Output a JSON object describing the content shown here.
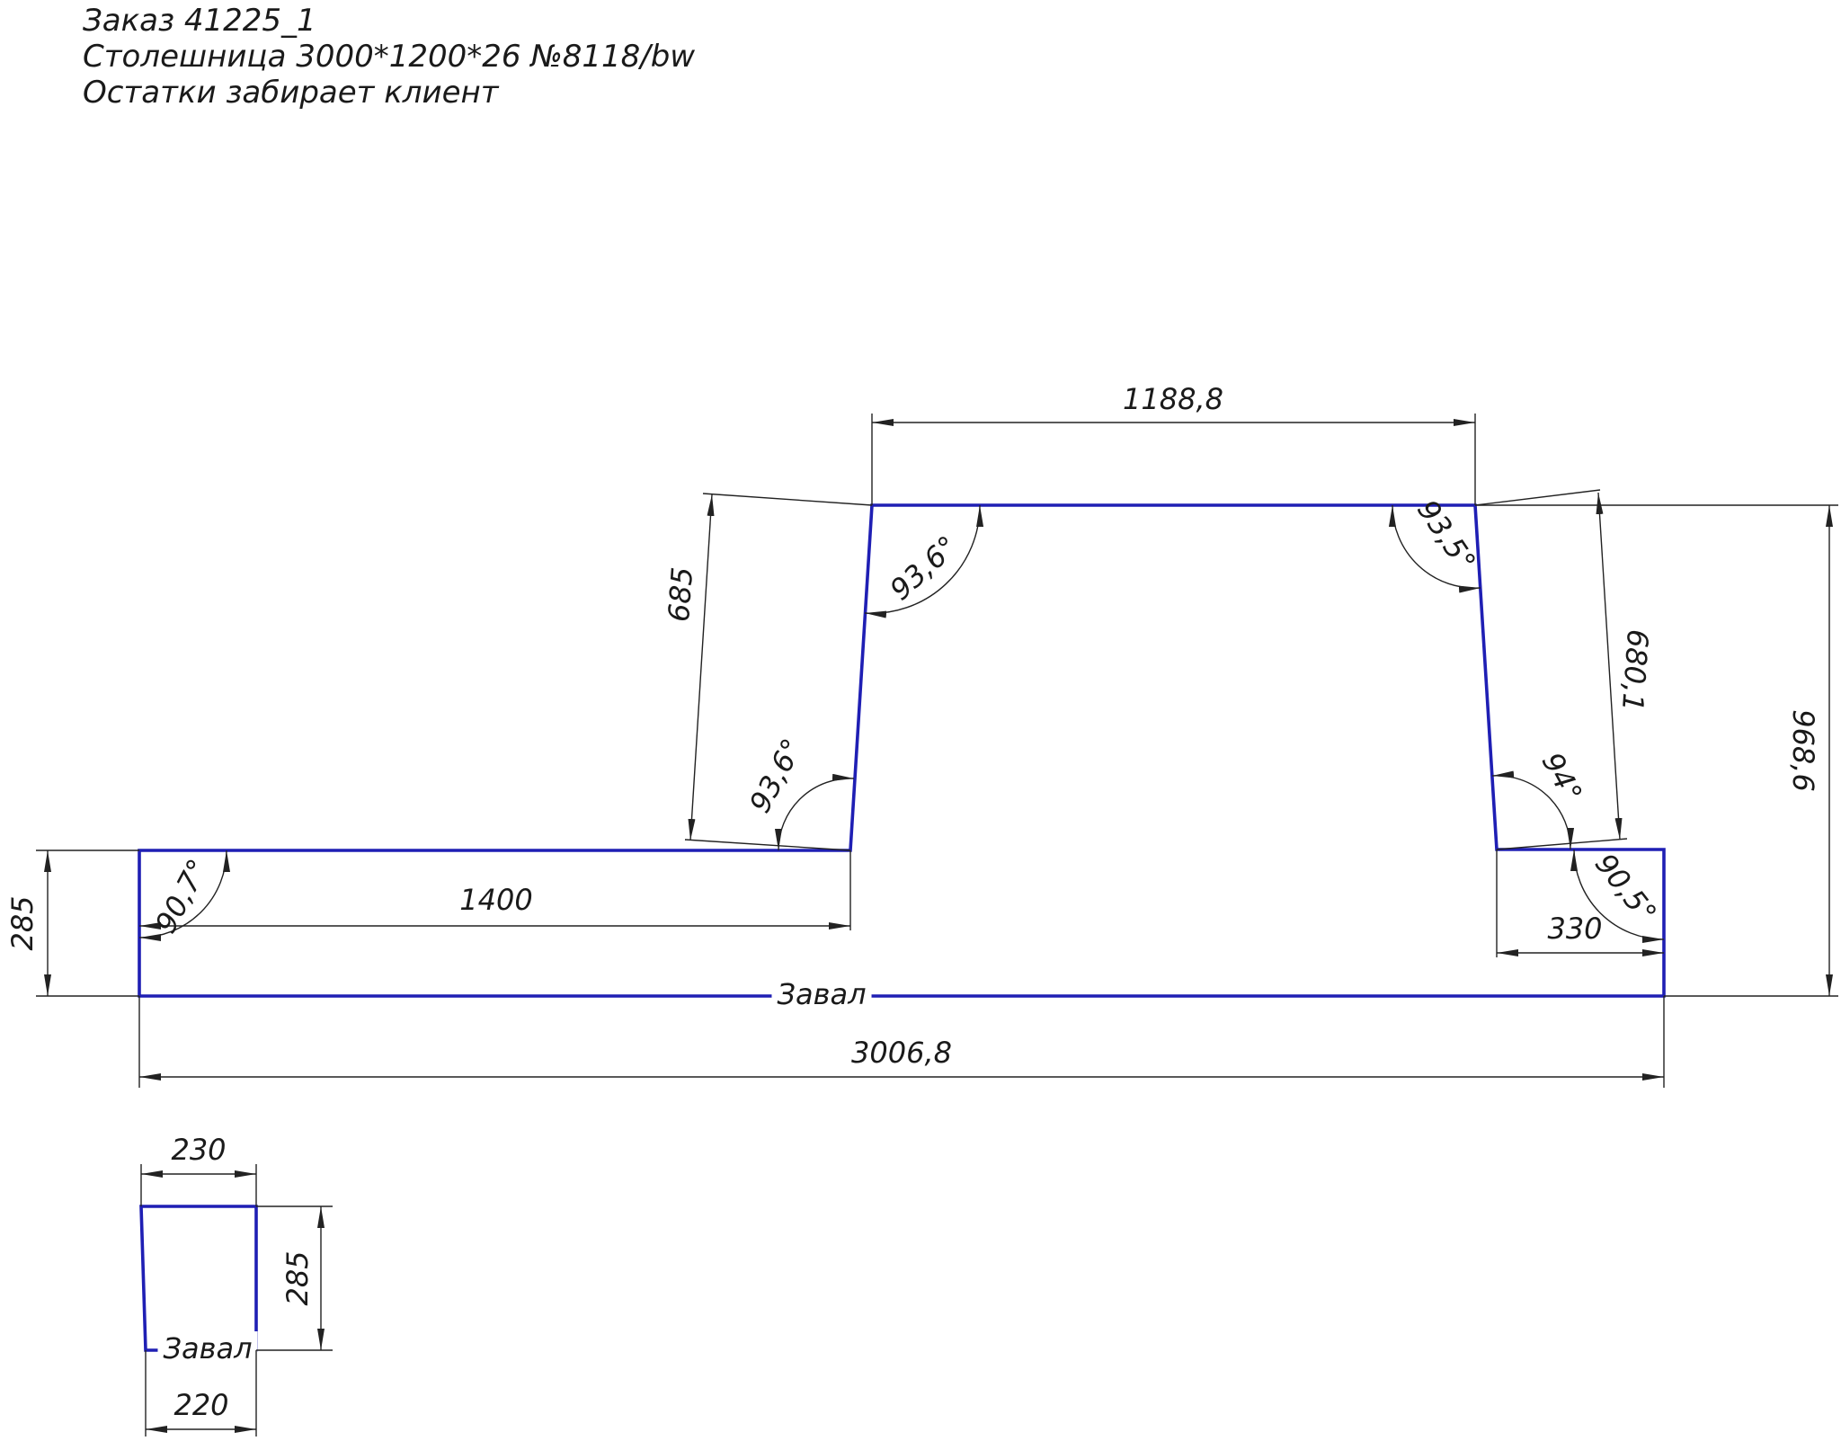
{
  "header": {
    "line1": "Заказ 41225_1",
    "line2": "Столешница 3000*1200*26 №8118/bw",
    "line3": "Остатки забирает клиент"
  },
  "main_part": {
    "dimensions": {
      "top_width": "1188,8",
      "left_slant": "685",
      "right_slant": "680,1",
      "total_height": "968,6",
      "left_height": "285",
      "left_length": "1400",
      "right_length": "330",
      "total_width": "3006,8"
    },
    "angles": {
      "top_left": "93,6°",
      "top_right": "93,5°",
      "bottom_left_inner": "93,6°",
      "bottom_right_inner": "94°",
      "corner_left": "90,7°",
      "corner_right": "90,5°"
    },
    "edge_label": "Завал"
  },
  "small_part": {
    "dimensions": {
      "top": "230",
      "bottom": "220",
      "height": "285"
    },
    "edge_label": "Завал"
  },
  "colors": {
    "outline": "#1f1fb4",
    "dimension": "#222222"
  }
}
